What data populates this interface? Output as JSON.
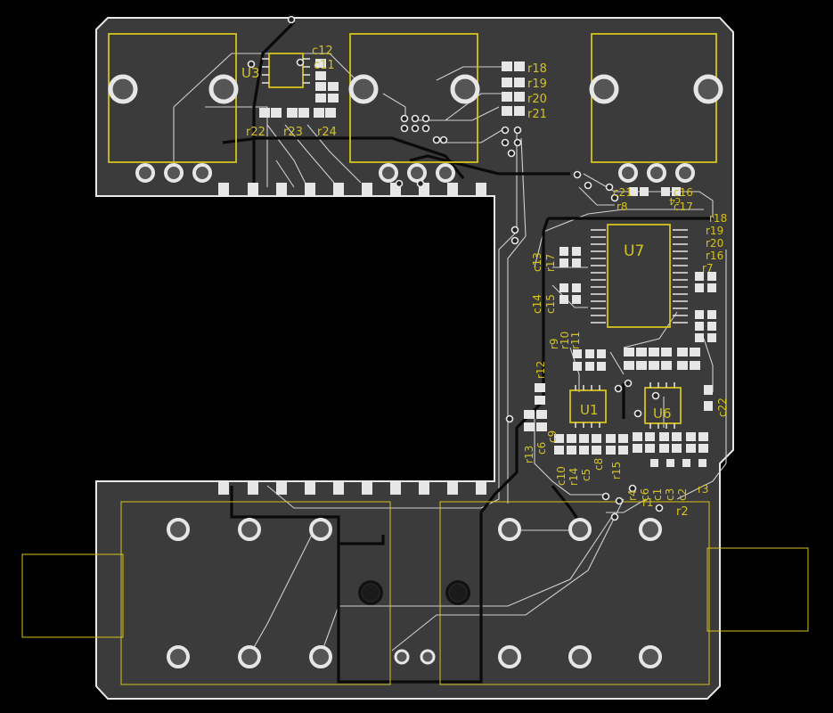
{
  "colors": {
    "background": "#000000",
    "board_fill": "#3b3b3b",
    "board_outline": "#e8e8e8",
    "silkscreen": "#d4c21e",
    "pad": "#e6e6e6",
    "trace_light": "#d0d0d0",
    "trace_dark": "#0a0a0a"
  },
  "icons": {
    "through_hole": "ring-icon",
    "mounting_hole": "filled-circle-icon",
    "smd_pad": "square-icon"
  },
  "refdes": {
    "u3": "U3",
    "u7": "U7",
    "u1": "U1",
    "u6": "U6",
    "c12": "c12",
    "c11": "c11",
    "r22": "r22",
    "r23": "r23",
    "r24": "r24",
    "r18a": "r18",
    "r19a": "r19",
    "r20a": "r20",
    "r21": "r21",
    "c21": "c21",
    "r8": "r8",
    "c4": "c4",
    "c16": "c16",
    "c17": "c17",
    "r18b": "r18",
    "r19b": "r19",
    "r20b": "r20",
    "r16": "r16",
    "r7": "r7",
    "c13": "c13",
    "r17": "r17",
    "c14": "c14",
    "c15": "c15",
    "r9": "r9",
    "r10": "r10",
    "r11": "r11",
    "r12": "r12",
    "c22": "c22",
    "r13": "r13",
    "c6": "c6",
    "c9": "c9",
    "c10": "c10",
    "r14": "r14",
    "c5": "c5",
    "c8": "c8",
    "r15": "r15",
    "r4": "r4",
    "c6b": "c6",
    "c1": "c1",
    "c3": "c3",
    "c2": "c2",
    "r1": "r1",
    "r3": "r3",
    "r2": "r2"
  }
}
